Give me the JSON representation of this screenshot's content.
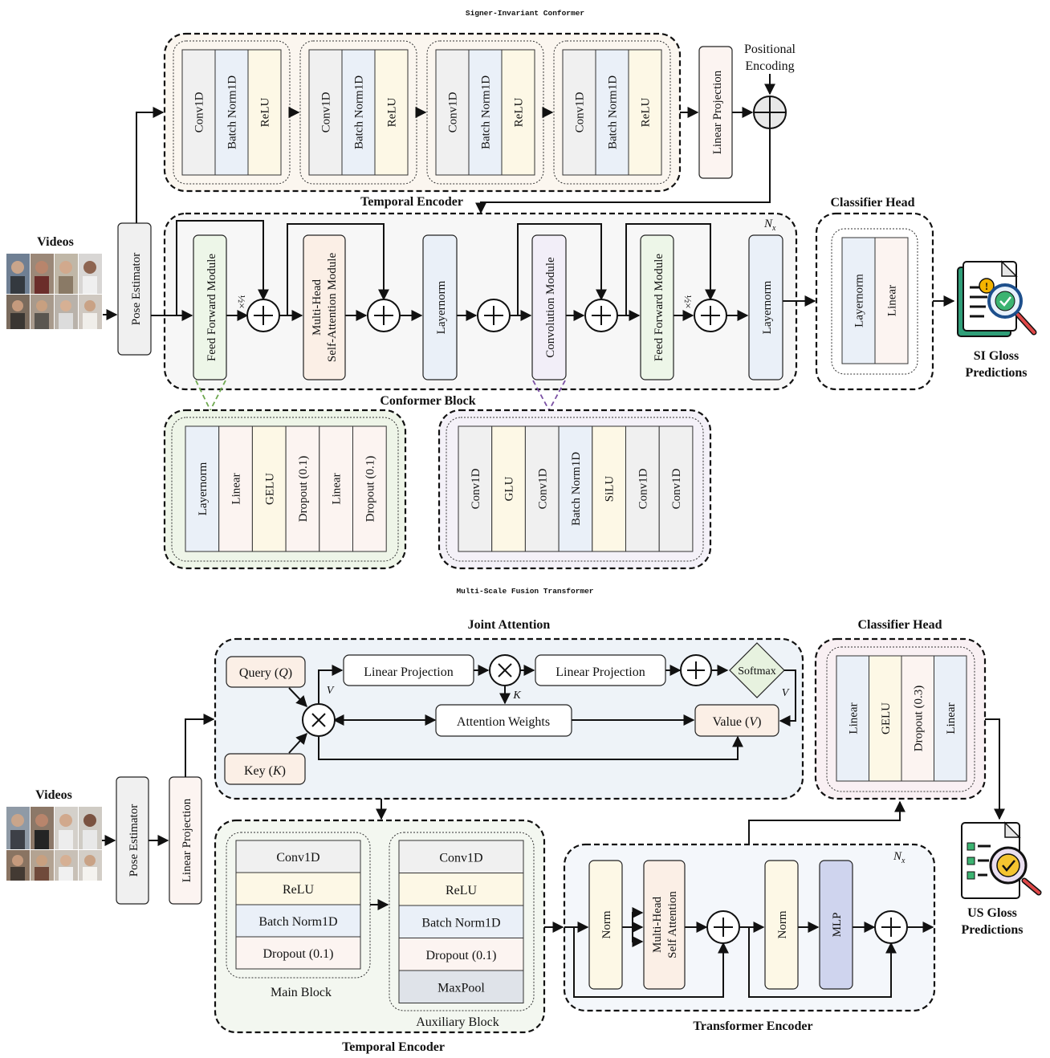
{
  "colors": {
    "grey": "#f0f0f0",
    "blue": "#eaf0f8",
    "yellow": "#fdf8e6",
    "pink": "#fcf4f1",
    "green": "#edf6e8",
    "lilac": "#f2eef8",
    "peach": "#fbefe6",
    "mlp": "#cfd4ee",
    "softmax": "#e7f2df"
  },
  "top": {
    "caption": "Signer-Invariant Conformer",
    "videos_label": "Videos",
    "pose_estimator": "Pose Estimator",
    "temporal_encoder": {
      "label": "Temporal Encoder",
      "block_layers": [
        "Conv1D",
        "Batch Norm1D",
        "ReLU"
      ],
      "linear_projection": "Linear Projection"
    },
    "positional_encoding": [
      "Positional",
      "Encoding"
    ],
    "conformer_block": {
      "label": "Conformer Block",
      "repeat": "N",
      "repeat_sub": "x",
      "half_scale": "½×",
      "feed_forward_1": "Feed Forward Module",
      "mhsa": [
        "Multi-Head",
        "Self-Attention Module"
      ],
      "layernorm_1": "Layernorm",
      "convolution": "Convolution Module",
      "feed_forward_2": "Feed Forward Module",
      "layernorm_2": "Layernorm"
    },
    "ffn_detail": [
      "Layernorm",
      "Linear",
      "GELU",
      "Dropout (0.1)",
      "Linear",
      "Dropout (0.1)"
    ],
    "conv_detail": [
      "Conv1D",
      "GLU",
      "Conv1D",
      "Batch Norm1D",
      "SiLU",
      "Conv1D",
      "Conv1D"
    ],
    "classifier_head": {
      "label": "Classifier Head",
      "layers": [
        "Layernorm",
        "Linear"
      ]
    },
    "output": [
      "SI Gloss",
      "Predictions"
    ]
  },
  "bottom": {
    "caption": "Multi-Scale Fusion Transformer",
    "videos_label": "Videos",
    "pose_estimator": "Pose Estimator",
    "linear_projection": "Linear Projection",
    "joint_attention": {
      "label": "Joint Attention",
      "query_text": "Query (",
      "query_sym": "Q",
      "key_text": "Key (",
      "key_sym": "K",
      "value_text": "Value (",
      "value_sym": "V",
      "close_paren": ")",
      "lp1": "Linear Projection",
      "lp2": "Linear Projection",
      "softmax": "Softmax",
      "attention_weights": "Attention Weights",
      "v_label": "V",
      "k_label": "K"
    },
    "temporal_encoder": {
      "label": "Temporal Encoder",
      "main_label": "Main Block",
      "main_layers": [
        "Conv1D",
        "ReLU",
        "Batch Norm1D",
        "Dropout (0.1)"
      ],
      "aux_label": "Auxiliary Block",
      "aux_layers": [
        "Conv1D",
        "ReLU",
        "Batch Norm1D",
        "Dropout (0.1)",
        "MaxPool"
      ]
    },
    "transformer_encoder": {
      "label": "Transformer Encoder",
      "repeat": "N",
      "repeat_sub": "x",
      "norm1": "Norm",
      "mhsa": [
        "Multi-Head",
        "Self Attention"
      ],
      "norm2": "Norm",
      "mlp": "MLP"
    },
    "classifier_head": {
      "label": "Classifier Head",
      "layers": [
        "Linear",
        "GELU",
        "Dropout (0.3)",
        "Linear"
      ]
    },
    "output": [
      "US Gloss",
      "Predictions"
    ]
  }
}
